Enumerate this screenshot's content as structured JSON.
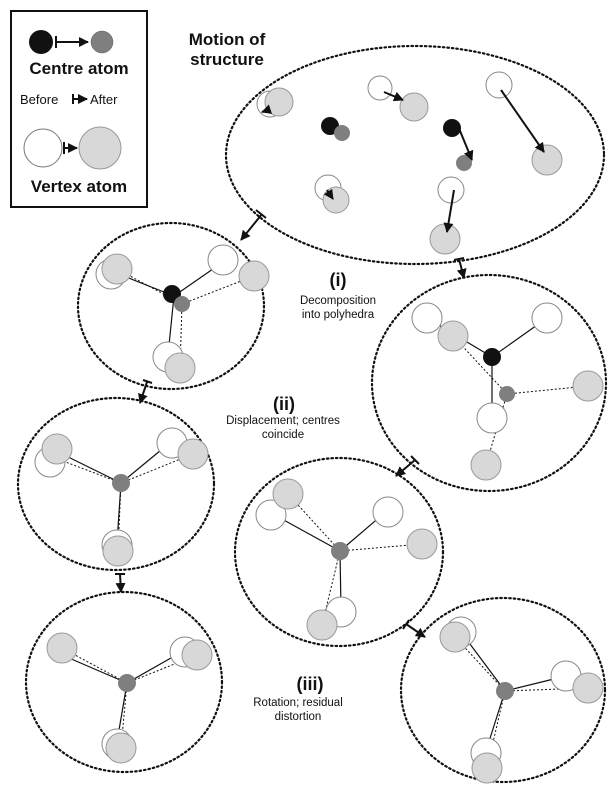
{
  "title_line1": "Motion of",
  "title_line2": "structure",
  "legend": {
    "centre_atom": "Centre atom",
    "before": "Before",
    "after": "After",
    "vertex_atom": "Vertex atom"
  },
  "steps": [
    {
      "id": "(i)",
      "line1": "Decomposition",
      "line2": "into polyhedra"
    },
    {
      "id": "(ii)",
      "line1": "Displacement; centres",
      "line2": "coincide"
    },
    {
      "id": "(iii)",
      "line1": "Rotation; residual",
      "line2": "distortion"
    }
  ],
  "colors": {
    "before_centre": "#111111",
    "after_centre": "#7f7f7f",
    "after_vertex": "#d8d8d8",
    "before_vertex": "#ffffff"
  }
}
